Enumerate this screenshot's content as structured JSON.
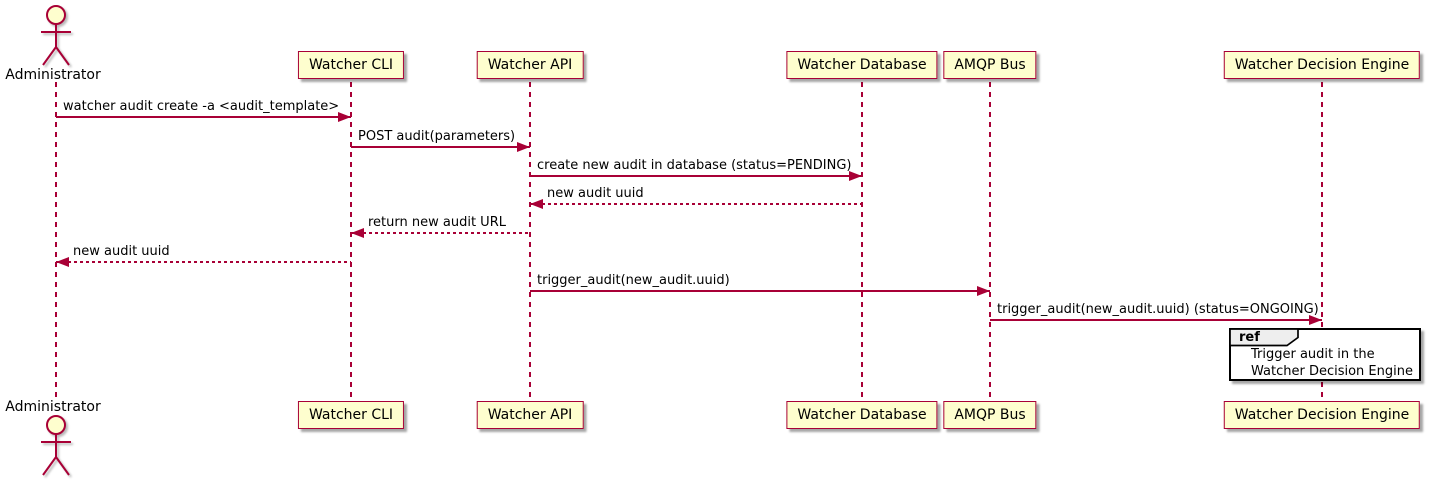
{
  "actor": {
    "id": "administrator",
    "label": "Administrator"
  },
  "participants": [
    {
      "id": "watcher-cli",
      "label": "Watcher CLI"
    },
    {
      "id": "watcher-api",
      "label": "Watcher API"
    },
    {
      "id": "watcher-database",
      "label": "Watcher Database"
    },
    {
      "id": "amqp-bus",
      "label": "AMQP Bus"
    },
    {
      "id": "watcher-decision-engine",
      "label": "Watcher Decision Engine"
    }
  ],
  "messages": [
    {
      "from": "administrator",
      "to": "watcher-cli",
      "label": "watcher audit create -a <audit_template>",
      "line": "solid"
    },
    {
      "from": "watcher-cli",
      "to": "watcher-api",
      "label": "POST audit(parameters)",
      "line": "solid"
    },
    {
      "from": "watcher-api",
      "to": "watcher-database",
      "label": "create new audit in database (status=PENDING)",
      "line": "solid"
    },
    {
      "from": "watcher-database",
      "to": "watcher-api",
      "label": "new audit uuid",
      "line": "dashed"
    },
    {
      "from": "watcher-api",
      "to": "watcher-cli",
      "label": "return new audit URL",
      "line": "dashed"
    },
    {
      "from": "watcher-cli",
      "to": "administrator",
      "label": "new audit uuid",
      "line": "dashed"
    },
    {
      "from": "watcher-api",
      "to": "amqp-bus",
      "label": "trigger_audit(new_audit.uuid)",
      "line": "solid"
    },
    {
      "from": "amqp-bus",
      "to": "watcher-decision-engine",
      "label": "trigger_audit(new_audit.uuid) (status=ONGOING)",
      "line": "solid"
    }
  ],
  "ref": {
    "keyword": "ref",
    "over": "watcher-decision-engine",
    "line1": "Trigger audit in the",
    "line2": "Watcher Decision Engine"
  },
  "colors": {
    "participant_fill": "#FEFECE",
    "stroke": "#A80036",
    "text": "#000000",
    "ref_border": "#000000",
    "ref_tag_fill": "#EEEEEE",
    "background": "#FFFFFF"
  }
}
